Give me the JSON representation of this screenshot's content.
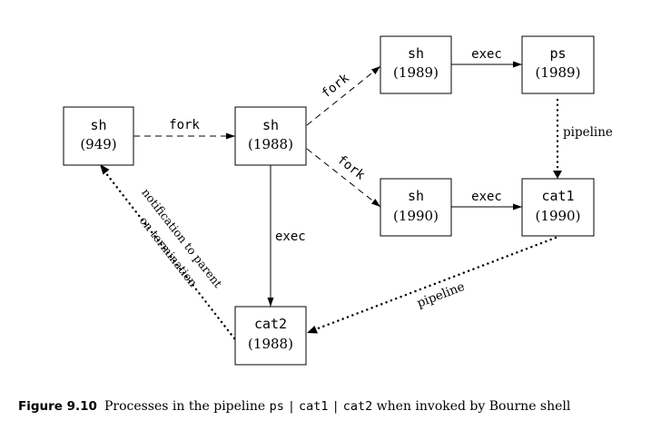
{
  "nodes": {
    "sh949": {
      "cmd": "sh",
      "pid": "(949)"
    },
    "sh1988": {
      "cmd": "sh",
      "pid": "(1988)"
    },
    "sh1989": {
      "cmd": "sh",
      "pid": "(1989)"
    },
    "ps1989": {
      "cmd": "ps",
      "pid": "(1989)"
    },
    "sh1990": {
      "cmd": "sh",
      "pid": "(1990)"
    },
    "cat1": {
      "cmd": "cat1",
      "pid": "(1990)"
    },
    "cat2": {
      "cmd": "cat2",
      "pid": "(1988)"
    }
  },
  "edges": {
    "fork_949_1988": "fork",
    "fork_1988_1989": "fork",
    "fork_1988_1990": "fork",
    "exec_1988_cat2": "exec",
    "exec_1989_ps": "exec",
    "exec_1990_cat1": "exec",
    "pipe_ps_cat1": "pipeline",
    "pipe_cat1_cat2": "pipeline",
    "notify_line1": "notification to parent",
    "notify_line2": "on termination"
  },
  "caption": {
    "label": "Figure 9.10",
    "text_before": "Processes in the pipeline",
    "cmd1": "ps",
    "sep1": "|",
    "cmd2": "cat1",
    "sep2": "|",
    "cmd3": "cat2",
    "text_after": "when invoked by Bourne shell"
  }
}
